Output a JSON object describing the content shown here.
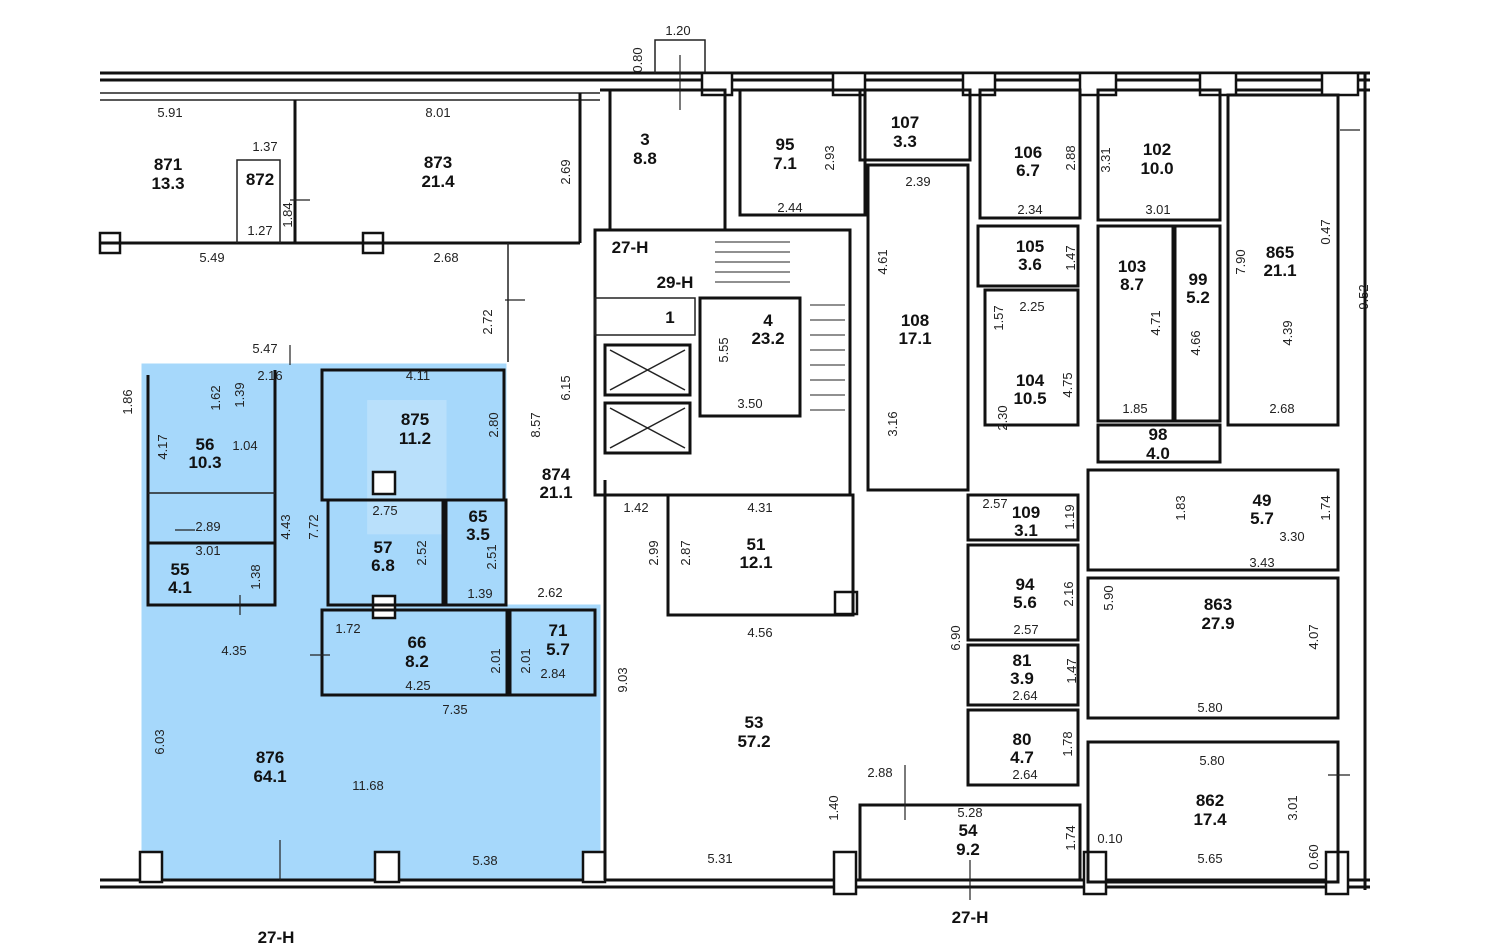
{
  "plan": {
    "axis_labels": {
      "top_left": "29-H",
      "left_a": "27-H",
      "bottom_left": "27-H",
      "bottom_mid": "27-H"
    },
    "highlight_color": "#a6d8fb",
    "rooms": [
      {
        "id": "871",
        "num": "871",
        "area": "13.3"
      },
      {
        "id": "872",
        "num": "872",
        "area": ""
      },
      {
        "id": "873",
        "num": "873",
        "area": "21.4"
      },
      {
        "id": "3",
        "num": "3",
        "area": "8.8"
      },
      {
        "id": "95",
        "num": "95",
        "area": "7.1"
      },
      {
        "id": "107",
        "num": "107",
        "area": "3.3"
      },
      {
        "id": "106",
        "num": "106",
        "area": "6.7"
      },
      {
        "id": "102",
        "num": "102",
        "area": "10.0"
      },
      {
        "id": "865",
        "num": "865",
        "area": "21.1"
      },
      {
        "id": "105",
        "num": "105",
        "area": "3.6"
      },
      {
        "id": "103",
        "num": "103",
        "area": "8.7"
      },
      {
        "id": "99",
        "num": "99",
        "area": "5.2"
      },
      {
        "id": "1",
        "num": "1",
        "area": ""
      },
      {
        "id": "4",
        "num": "4",
        "area": "23.2"
      },
      {
        "id": "108",
        "num": "108",
        "area": "17.1"
      },
      {
        "id": "104",
        "num": "104",
        "area": "10.5"
      },
      {
        "id": "875",
        "num": "875",
        "area": "11.2"
      },
      {
        "id": "56",
        "num": "56",
        "area": "10.3"
      },
      {
        "id": "874",
        "num": "874",
        "area": "21.1"
      },
      {
        "id": "98",
        "num": "98",
        "area": "4.0"
      },
      {
        "id": "65",
        "num": "65",
        "area": "3.5"
      },
      {
        "id": "57",
        "num": "57",
        "area": "6.8"
      },
      {
        "id": "51",
        "num": "51",
        "area": "12.1"
      },
      {
        "id": "109",
        "num": "109",
        "area": "3.1"
      },
      {
        "id": "49",
        "num": "49",
        "area": "5.7"
      },
      {
        "id": "55",
        "num": "55",
        "area": "4.1"
      },
      {
        "id": "94",
        "num": "94",
        "area": "5.6"
      },
      {
        "id": "863",
        "num": "863",
        "area": "27.9"
      },
      {
        "id": "66",
        "num": "66",
        "area": "8.2"
      },
      {
        "id": "71",
        "num": "71",
        "area": "5.7"
      },
      {
        "id": "81",
        "num": "81",
        "area": "3.9"
      },
      {
        "id": "53",
        "num": "53",
        "area": "57.2"
      },
      {
        "id": "80",
        "num": "80",
        "area": "4.7"
      },
      {
        "id": "876",
        "num": "876",
        "area": "64.1"
      },
      {
        "id": "862",
        "num": "862",
        "area": "17.4"
      },
      {
        "id": "54",
        "num": "54",
        "area": "9.2"
      }
    ],
    "dimensions": [
      "1.20",
      "0.80",
      "5.91",
      "8.01",
      "1.37",
      "2.69",
      "2.93",
      "2.39",
      "2.88",
      "3.31",
      "1.84",
      "1.27",
      "2.44",
      "2.34",
      "3.01",
      "7.90",
      "0.47",
      "5.49",
      "2.68",
      "1.47",
      "4.71",
      "4.66",
      "9.52",
      "2.72",
      "4.61",
      "2.25",
      "5.47",
      "2.16",
      "1.39",
      "4.11",
      "5.55",
      "1.57",
      "4.39",
      "1.62",
      "1.86",
      "2.80",
      "6.15",
      "8.57",
      "3.50",
      "2.30",
      "4.75",
      "1.85",
      "2.68",
      "4.17",
      "1.04",
      "3.16",
      "4.43",
      "7.72",
      "2.75",
      "1.42",
      "4.31",
      "2.57",
      "1.19",
      "1.83",
      "1.74",
      "2.89",
      "2.52",
      "2.51",
      "2.99",
      "2.87",
      "3.01",
      "3.30",
      "1.38",
      "3.43",
      "1.39",
      "2.62",
      "5.90",
      "2.16",
      "2.57",
      "6.90",
      "4.35",
      "1.72",
      "4.56",
      "2.01",
      "2.01",
      "4.07",
      "1.47",
      "2.64",
      "9.03",
      "4.25",
      "2.84",
      "5.80",
      "7.35",
      "6.03",
      "1.78",
      "2.64",
      "5.80",
      "2.88",
      "11.68",
      "1.40",
      "3.01",
      "5.28",
      "1.74",
      "0.10",
      "5.38",
      "5.31",
      "5.65",
      "0.60"
    ]
  }
}
